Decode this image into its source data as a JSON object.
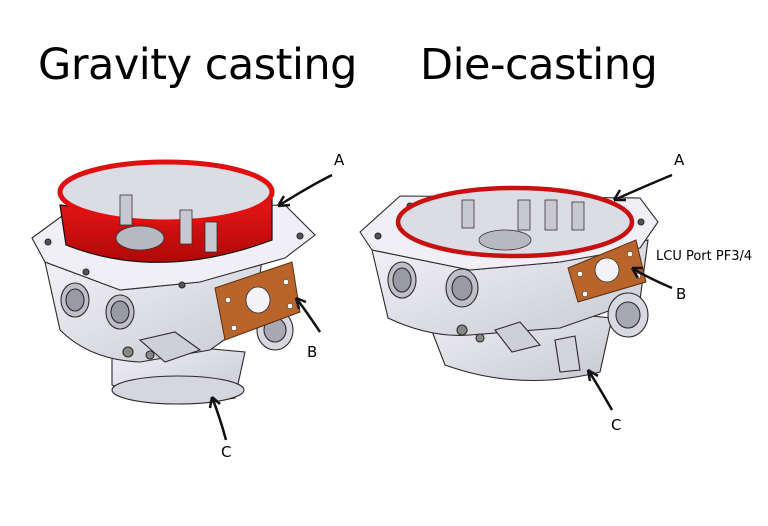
{
  "titles": {
    "left": "Gravity casting",
    "right": "Die-casting"
  },
  "left_callouts": {
    "a": "A",
    "b": "B",
    "c": "C"
  },
  "right_callouts": {
    "a": "A",
    "b": "B",
    "c": "C",
    "port_note": "LCU Port PF3/4"
  },
  "colors": {
    "ring": "#e01010",
    "flange": "#b8642a",
    "body": "#e4e4ec",
    "line": "#222222"
  }
}
